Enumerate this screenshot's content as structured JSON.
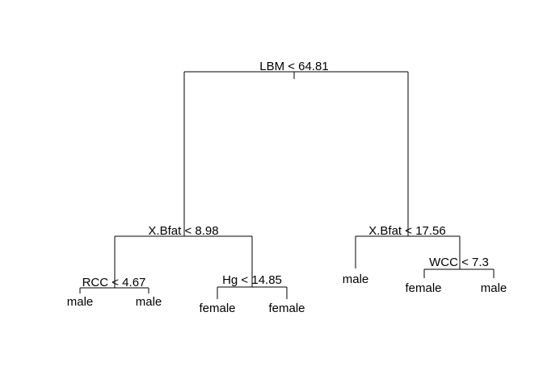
{
  "tree": {
    "root_split": "LBM < 64.81",
    "left_split": "X.Bfat < 8.98",
    "right_split": "X.Bfat < 17.56",
    "left_left_split": "RCC < 4.67",
    "left_right_split": "Hg < 14.85",
    "right_right_split": "WCC < 7.3",
    "leaf_rcc_left": "male",
    "leaf_rcc_right": "male",
    "leaf_hg_left": "female",
    "leaf_hg_right": "female",
    "leaf_xb2_left": "male",
    "leaf_wcc_left": "female",
    "leaf_wcc_right": "male"
  }
}
